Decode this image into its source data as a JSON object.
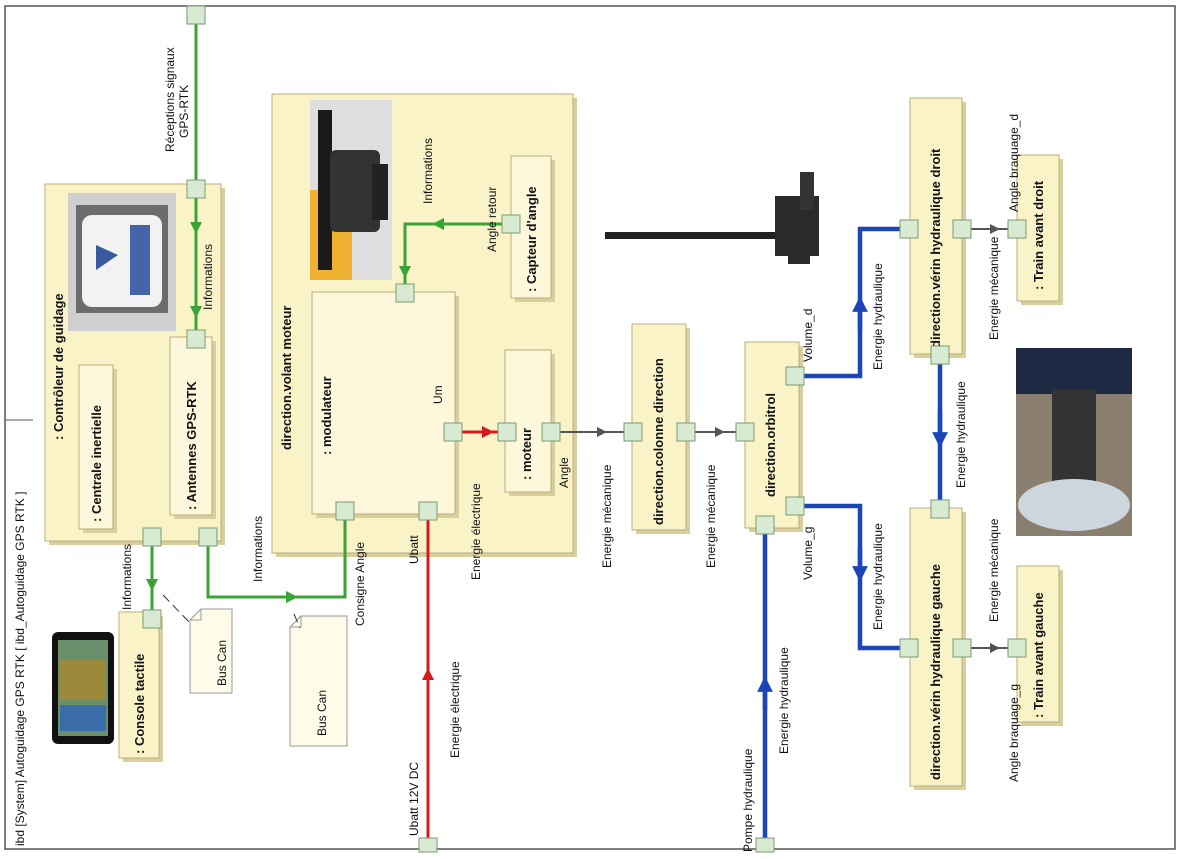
{
  "frame": {
    "title": "ibd [System] Autoguidage GPS RTK [ ibd_Autoguidage GPS RTK ]"
  },
  "blocks": {
    "controleur": ": Contrôleur de guidage",
    "centrale": ": Centrale inertielle",
    "antennes": ": Antennes GPS-RTK",
    "volant": "direction.volant moteur",
    "modulateur": ": modulateur",
    "moteur": ": moteur",
    "capteur": ": Capteur d'angle",
    "colonne": "direction.colonne direction",
    "orbitrol": "direction.orbitrol",
    "verin_droit": "direction.vérin hydraulique droit",
    "verin_gauche": "direction.vérin hydraulique gauche",
    "train_droit": ": Train avant droit",
    "train_gauche": ": Train avant gauche",
    "console": ": Console tactile"
  },
  "notes": {
    "bus1": "Bus Can",
    "bus2": "Bus Can"
  },
  "labels": {
    "receptions": "Réceptions signaux GPS-RTK",
    "info_ctrl": "Informations",
    "info_console": "Informations",
    "info_bus": "Informations",
    "info_volant": "Informations",
    "consigne": "Consigne Angle",
    "ubatt": "Ubatt",
    "ubatt12": "Ubatt 12V DC",
    "energie_elec1": "Energie électrique",
    "energie_elec2": "Energie électrique",
    "um": "Um",
    "angle": "Angle",
    "angle_retour": "Angle retour",
    "meca1": "Energie mécanique",
    "meca2": "Energie mécanique",
    "meca3": "Energie mécanique",
    "meca4": "Energie mécanique",
    "volume_d": "Volume_d",
    "volume_g": "Volume_g",
    "hydr1": "Energie hydraulique",
    "hydr2": "Energie hydraulique",
    "hydr3": "Energie hydraulique",
    "hydr4": "Energie hydraulique",
    "pompe": "Pompe hydraulique",
    "braq_d": "Angle braquage_d",
    "braq_g": "Angle braquage_g"
  },
  "colors": {
    "information": "#3aa335",
    "mecanique": "#555555",
    "hydraulique": "#1a46b8",
    "electrique": "#d7191c"
  }
}
